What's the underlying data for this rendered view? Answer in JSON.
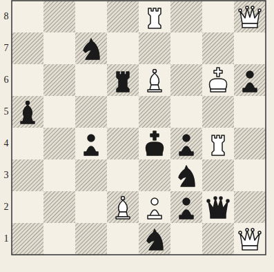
{
  "diagram": {
    "labels": [
      "8",
      "7",
      "6",
      "5",
      "4",
      "3",
      "2",
      "1"
    ]
  }
}
